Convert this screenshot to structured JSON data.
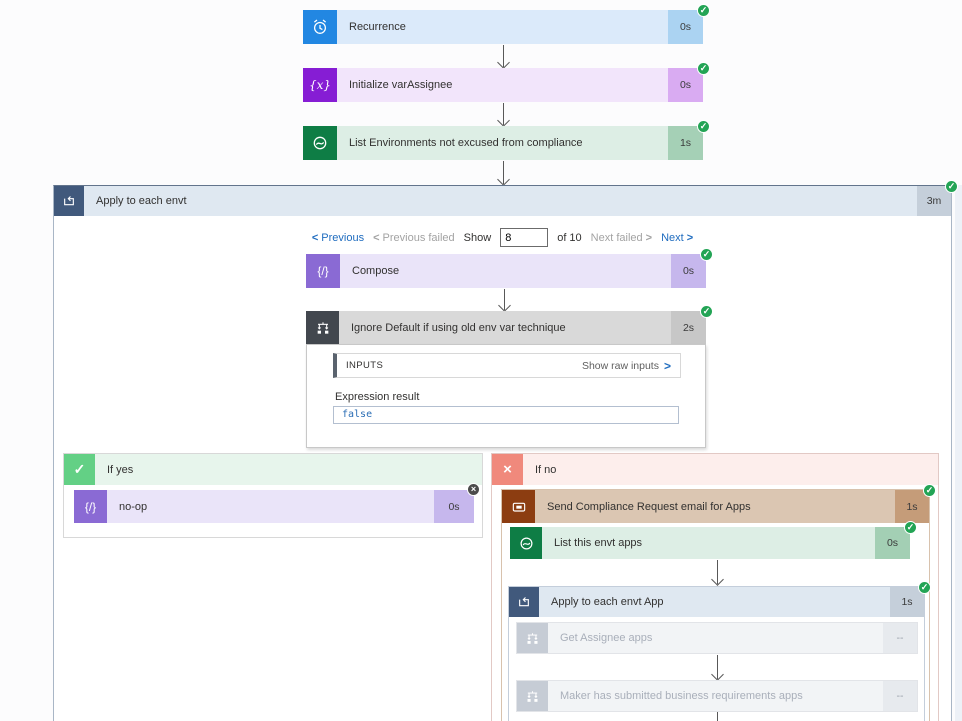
{
  "cards": {
    "recurrence": {
      "title": "Recurrence",
      "duration": "0s"
    },
    "initialize_var": {
      "title": "Initialize varAssignee",
      "duration": "0s"
    },
    "list_environments": {
      "title": "List Environments not excused from compliance",
      "duration": "1s"
    },
    "apply_to_each_envt": {
      "title": "Apply to each envt",
      "duration": "3m"
    },
    "compose": {
      "title": "Compose",
      "duration": "0s"
    },
    "condition": {
      "title": "Ignore Default if using old env var technique",
      "duration": "2s"
    },
    "no_op": {
      "title": "no-op",
      "duration": "0s"
    },
    "send_compliance_scope": {
      "title": "Send Compliance Request email for Apps",
      "duration": "1s"
    },
    "list_envt_apps": {
      "title": "List this envt apps",
      "duration": "0s"
    },
    "apply_to_each_envt_app": {
      "title": "Apply to each envt App",
      "duration": "1s"
    },
    "get_assignee_apps": {
      "title": "Get Assignee apps",
      "duration": "--"
    },
    "maker_submitted": {
      "title": "Maker has submitted business requirements apps",
      "duration": "--"
    }
  },
  "branches": {
    "if_yes": "If yes",
    "if_no": "If no"
  },
  "pagination": {
    "previous": "Previous",
    "previous_failed": "Previous failed",
    "show": "Show",
    "page_value": "8",
    "of": "of 10",
    "next_failed": "Next failed",
    "next": "Next"
  },
  "condition_panel": {
    "inputs": "INPUTS",
    "show_raw": "Show raw inputs",
    "expression_label": "Expression result",
    "expression_value": "false"
  },
  "icons": {
    "check": "✓",
    "cross": "×",
    "chevron_left": "<",
    "chevron_right": ">",
    "variable": "{x}",
    "compose": "{/}"
  },
  "colors": {
    "success_green": "#23a455",
    "recurrence_blue": "#2287e2",
    "variable_purple": "#861dd4",
    "powerplatform_green": "#0e7d45",
    "loop_blue": "#41597c",
    "compose_purple": "#8a6ad4",
    "condition_gray": "#42474e",
    "if_yes_green": "#63d085",
    "if_no_red": "#f0897c",
    "scope_brown": "#8c3d11",
    "link_blue": "#1f6cbf",
    "expression_blue": "#2a6db5"
  }
}
